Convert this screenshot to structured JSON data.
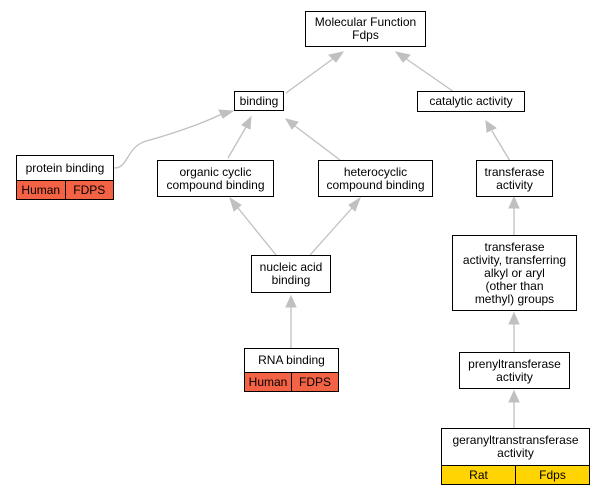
{
  "colors": {
    "edge": "#c0c0c0",
    "human_annotation": "#f46245",
    "rat_annotation": "#ffd400"
  },
  "nodes": {
    "molecular_function": {
      "label": "Molecular Function\nFdps"
    },
    "binding": {
      "label": "binding"
    },
    "catalytic_activity": {
      "label": "catalytic activity"
    },
    "protein_binding": {
      "label": "protein binding",
      "species": "Human",
      "gene": "FDPS"
    },
    "organic_cyclic_compound_binding": {
      "label": "organic cyclic\ncompound binding"
    },
    "heterocyclic_compound_binding": {
      "label": "heterocyclic\ncompound binding"
    },
    "transferase_activity": {
      "label": "transferase\nactivity"
    },
    "nucleic_acid_binding": {
      "label": "nucleic acid\nbinding"
    },
    "transferase_alkyl_aryl": {
      "label": "transferase\nactivity, transferring\nalkyl or aryl\n(other than\nmethyl) groups"
    },
    "rna_binding": {
      "label": "RNA binding",
      "species": "Human",
      "gene": "FDPS"
    },
    "prenyltransferase_activity": {
      "label": "prenyltransferase\nactivity"
    },
    "geranyltranstransferase_activity": {
      "label": "geranyltranstransferase\nactivity",
      "species": "Rat",
      "gene": "Fdps"
    }
  }
}
